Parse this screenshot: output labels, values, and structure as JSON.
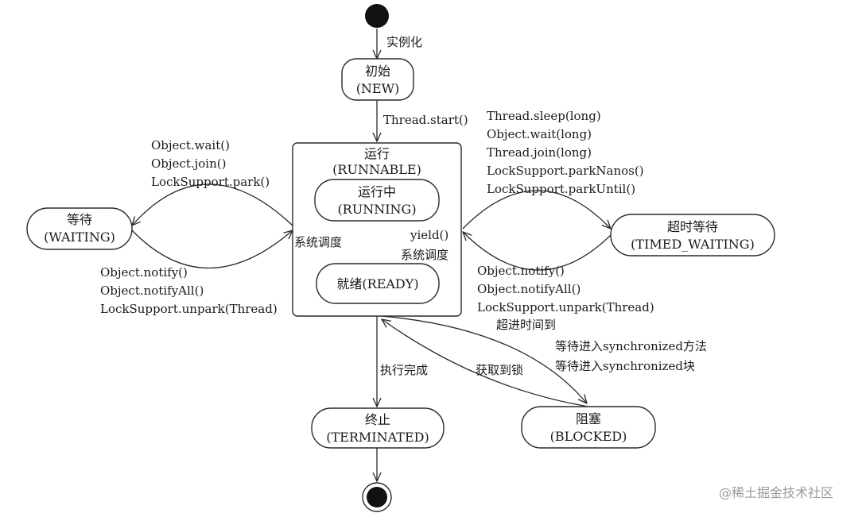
{
  "nodes": {
    "new": {
      "line1": "初始",
      "line2": "(NEW)"
    },
    "runnable": {
      "line1": "运行",
      "line2": "(RUNNABLE)"
    },
    "running": {
      "line1": "运行中",
      "line2": "(RUNNING)"
    },
    "ready": {
      "line1": "就绪(READY)"
    },
    "waiting": {
      "line1": "等待",
      "line2": "(WAITING)"
    },
    "timed_waiting": {
      "line1": "超时等待",
      "line2": "(TIMED_WAITING)"
    },
    "terminated": {
      "line1": "终止",
      "line2": "(TERMINATED)"
    },
    "blocked": {
      "line1": "阻塞",
      "line2": "(BLOCKED)"
    }
  },
  "edges": {
    "instantiate": "实例化",
    "start": "Thread.start()",
    "to_waiting": [
      "Object.wait()",
      "Object.join()",
      "LockSupport.park()"
    ],
    "from_waiting": [
      "Object.notify()",
      "Object.notifyAll()",
      "LockSupport.unpark(Thread)"
    ],
    "to_timed_waiting": [
      "Thread.sleep(long)",
      "Object.wait(long)",
      "Thread.join(long)",
      "LockSupport.parkNanos()",
      "LockSupport.parkUntil()"
    ],
    "from_timed_waiting": [
      "Object.notify()",
      "Object.notifyAll()",
      "LockSupport.unpark(Thread)"
    ],
    "ready_to_running": "系统调度",
    "running_to_ready_1": "yield()",
    "running_to_ready_2": "系统调度",
    "timeout": "超进时间到",
    "to_blocked": [
      "等待进入synchronized方法",
      "等待进入synchronized块"
    ],
    "from_blocked": "获取到锁",
    "finish": "执行完成"
  },
  "watermark": "@稀土掘金技术社区"
}
